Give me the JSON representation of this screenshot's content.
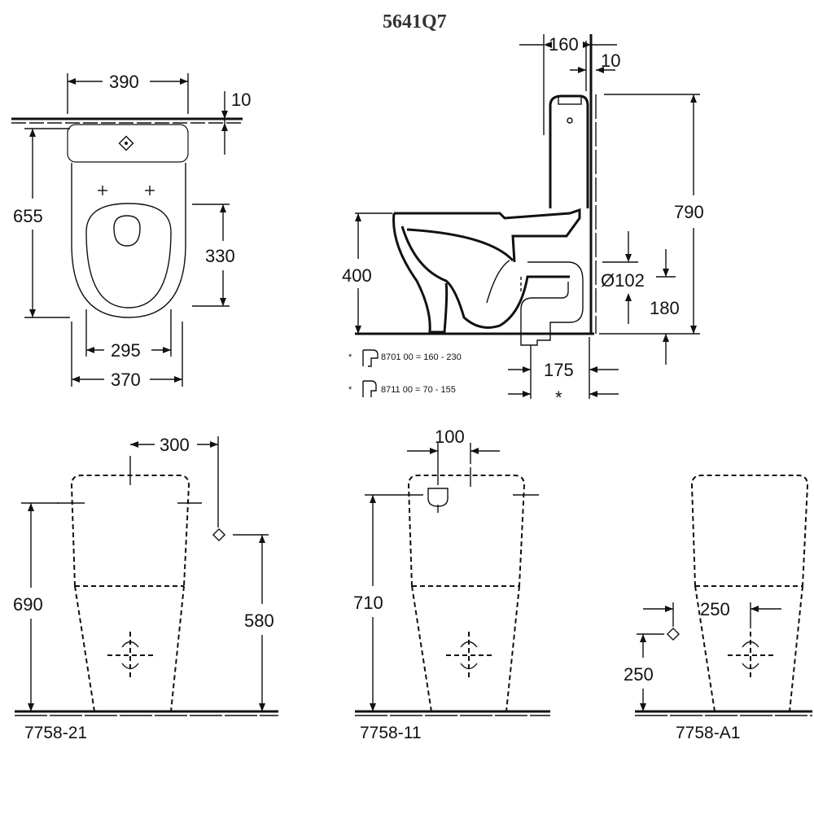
{
  "title": "5641Q7",
  "top_view": {
    "w390": "390",
    "t10": "10",
    "h655": "655",
    "h330": "330",
    "w295": "295",
    "w370": "370"
  },
  "side_view": {
    "d160": "160",
    "d10": "10",
    "h790": "790",
    "h400": "400",
    "dia102": "Ø102",
    "h180": "180",
    "d175": "175",
    "star": "*",
    "note1": "8701 00 = 160 - 230",
    "note2": "8711 00 = 70 -   155"
  },
  "front_21": {
    "d300": "300",
    "h690": "690",
    "h580": "580",
    "code": "7758-21"
  },
  "front_11": {
    "d100": "100",
    "h710": "710",
    "code": "7758-11"
  },
  "front_A1": {
    "d250w": "250",
    "d250h": "250",
    "code": "7758-A1"
  }
}
